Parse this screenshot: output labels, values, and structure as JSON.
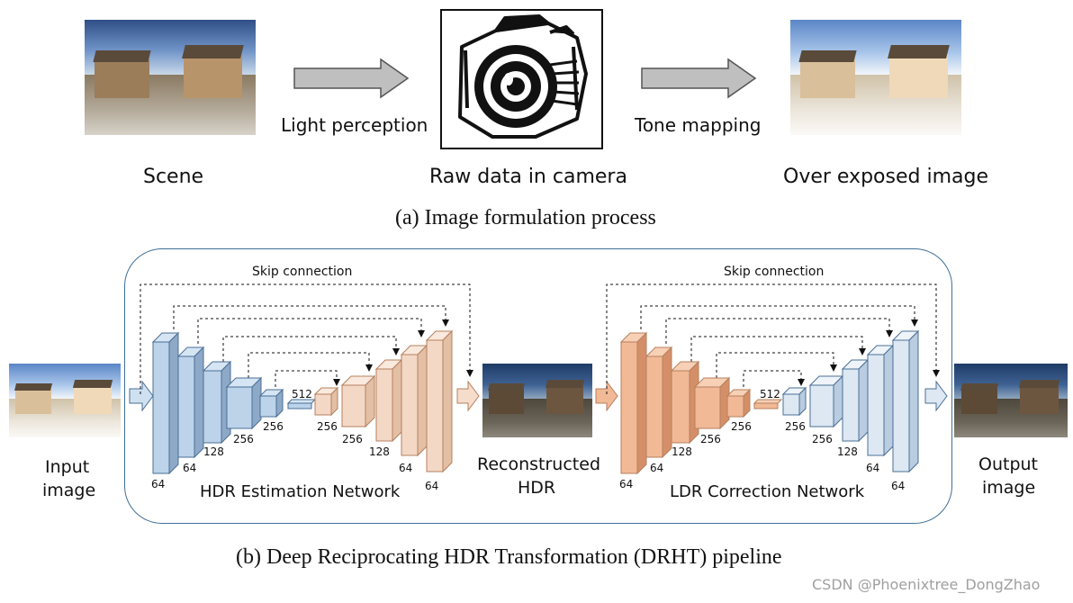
{
  "top": {
    "arrow1_label": "Light perception",
    "arrow2_label": "Tone mapping",
    "scene_label": "Scene",
    "raw_label": "Raw data in camera",
    "over_label": "Over exposed image",
    "caption": "(a) Image formulation process"
  },
  "bottom": {
    "input_label_line1": "Input",
    "input_label_line2": "image",
    "recon_label_line1": "Reconstructed",
    "recon_label_line2": "HDR",
    "output_label_line1": "Output",
    "output_label_line2": "image",
    "skip1": "Skip connection",
    "skip2": "Skip connection",
    "net1": "HDR Estimation Network",
    "net2": "LDR Correction Network",
    "caption": "(b) Deep Reciprocating HDR Transformation (DRHT) pipeline"
  },
  "net_numbers": {
    "n64a": "64",
    "n64b": "64",
    "n128a": "128",
    "n256a": "256",
    "n256b": "256",
    "n512": "512",
    "n256c": "256",
    "n256d": "256",
    "n128b": "128",
    "n64c": "64",
    "n64d": "64"
  },
  "colors": {
    "encoder_blue": "#bcd3ea",
    "encoder_blue_dark": "#8ea9c8",
    "decoder_peach": "#f4d8c6",
    "decoder_peach_dark": "#d9aa8c",
    "ldr_encoder_orange": "#f2b996",
    "ldr_encoder_orange_dark": "#d58f68",
    "ldr_decoder_blue": "#dde8f3",
    "frame_blue": "#3f6f98",
    "arrow_gray": "#bfbfbf"
  },
  "watermark": "CSDN @Phoenixtree_DongZhao",
  "icons": [
    "camera-icon",
    "right-arrow-icon"
  ]
}
